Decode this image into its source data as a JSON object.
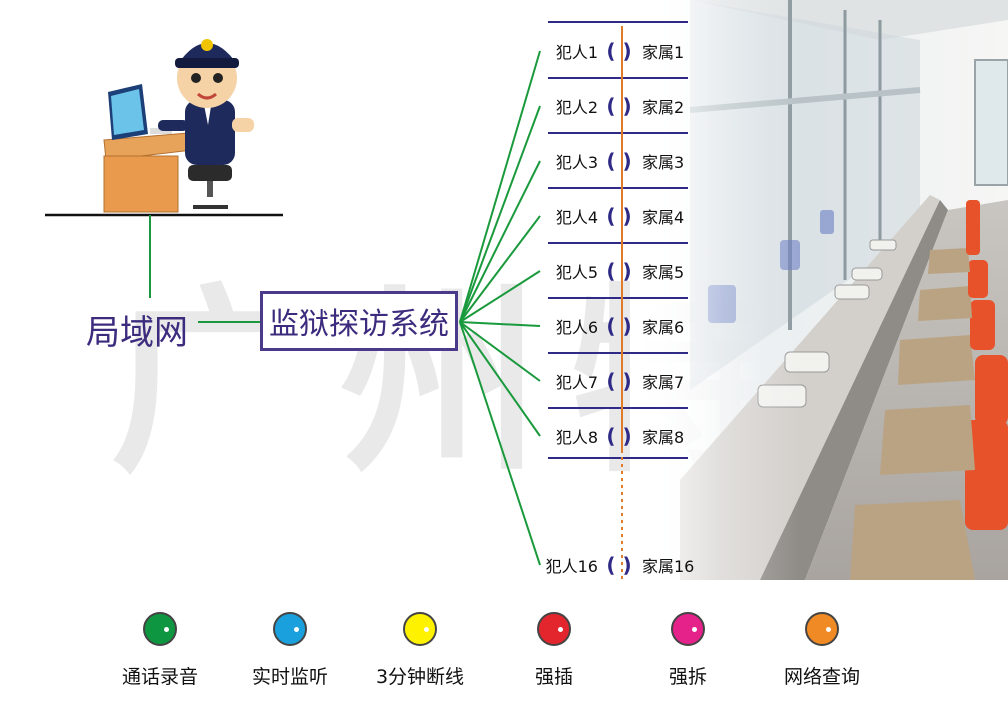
{
  "watermark": "广州特",
  "network": {
    "lan_label": "局域网",
    "system_label": "监狱探访系统"
  },
  "stations": [
    {
      "left": "犯人1",
      "right": "家属1"
    },
    {
      "left": "犯人2",
      "right": "家属2"
    },
    {
      "left": "犯人3",
      "right": "家属3"
    },
    {
      "left": "犯人4",
      "right": "家属4"
    },
    {
      "left": "犯人5",
      "right": "家属5"
    },
    {
      "left": "犯人6",
      "right": "家属6"
    },
    {
      "left": "犯人7",
      "right": "家属7"
    },
    {
      "left": "犯人8",
      "right": "家属8"
    },
    {
      "left": "犯人16",
      "right": "家属16"
    }
  ],
  "handset_glyph": "( )",
  "legend": [
    {
      "label": "通话录音",
      "color": "#0e9640"
    },
    {
      "label": "实时监听",
      "color": "#1aa0dc"
    },
    {
      "label": "3分钟断线",
      "color": "#fff200"
    },
    {
      "label": "强插",
      "color": "#e3262e"
    },
    {
      "label": "强拆",
      "color": "#e5218a"
    },
    {
      "label": "网络查询",
      "color": "#f08a24"
    }
  ],
  "colors": {
    "line_green": "#1a9a3c",
    "divider_blue": "#2f2a86",
    "divider_orange": "#e07b2a",
    "text_purple": "#3d2c7e"
  },
  "icons": {
    "operator": "police-operator-at-computer-icon",
    "photo": "visiting-booth-photo"
  }
}
